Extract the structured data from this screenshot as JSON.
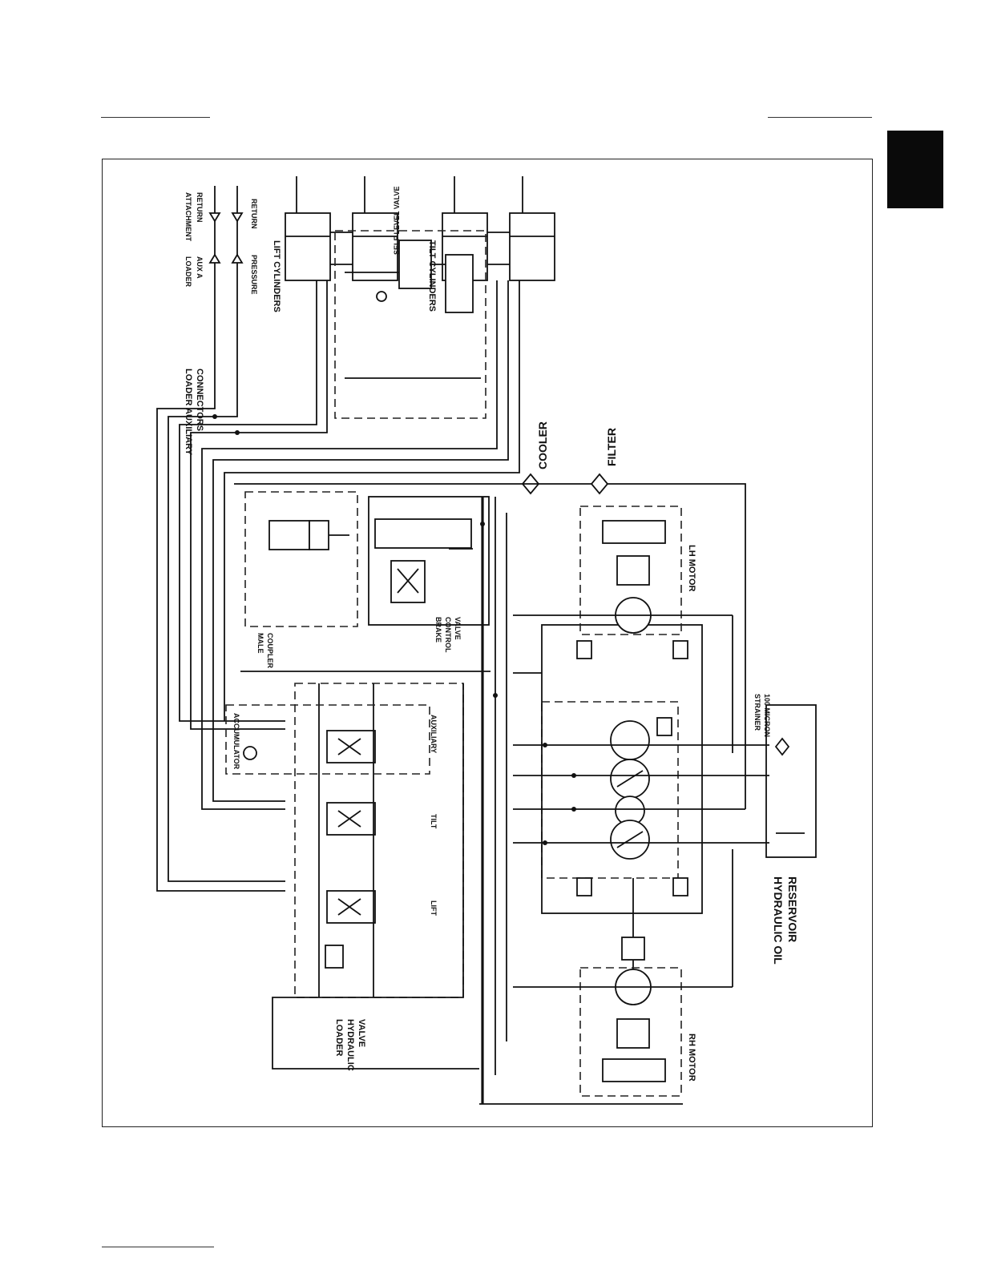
{
  "page": {
    "header_rule_left": "",
    "header_rule_right": "",
    "footer_rule": "",
    "side_tab": ""
  },
  "diagram": {
    "labels": {
      "loader_auxiliary_connectors": [
        "LOADER AUXILIARY",
        "CONNECTORS"
      ],
      "attachment_return": [
        "ATTACHMENT",
        "RETURN"
      ],
      "return": "RETURN",
      "loader_auxiliary": [
        "LOADER",
        "AUX A"
      ],
      "pressure": "PRESSURE",
      "lift_cylinders": "LIFT CYLINDERS",
      "tilt_cylinders": "TILT CYLINDERS",
      "self_level_valve": "SELF LEVEL VALVE",
      "cooler": "COOLER",
      "filter": "FILTER",
      "lh_motor": "LH MOTOR",
      "rh_motor": "RH MOTOR",
      "brake_control_valve": [
        "BRAKE",
        "CONTROL",
        "VALVE"
      ],
      "accumulator": "ACCUMULATOR",
      "auxiliary": "AUXILIARY",
      "tilt": "TILT",
      "lift": "LIFT",
      "loader_hydraulic_valve": [
        "LOADER",
        "HYDRAULIC",
        "VALVE"
      ],
      "strainer": [
        "STRAINER",
        "100 MICRON"
      ],
      "hydraulic_oil_reservoir": [
        "HYDRAULIC OIL",
        "RESERVOIR"
      ],
      "male_coupler": [
        "MALE",
        "COUPLER"
      ]
    }
  }
}
